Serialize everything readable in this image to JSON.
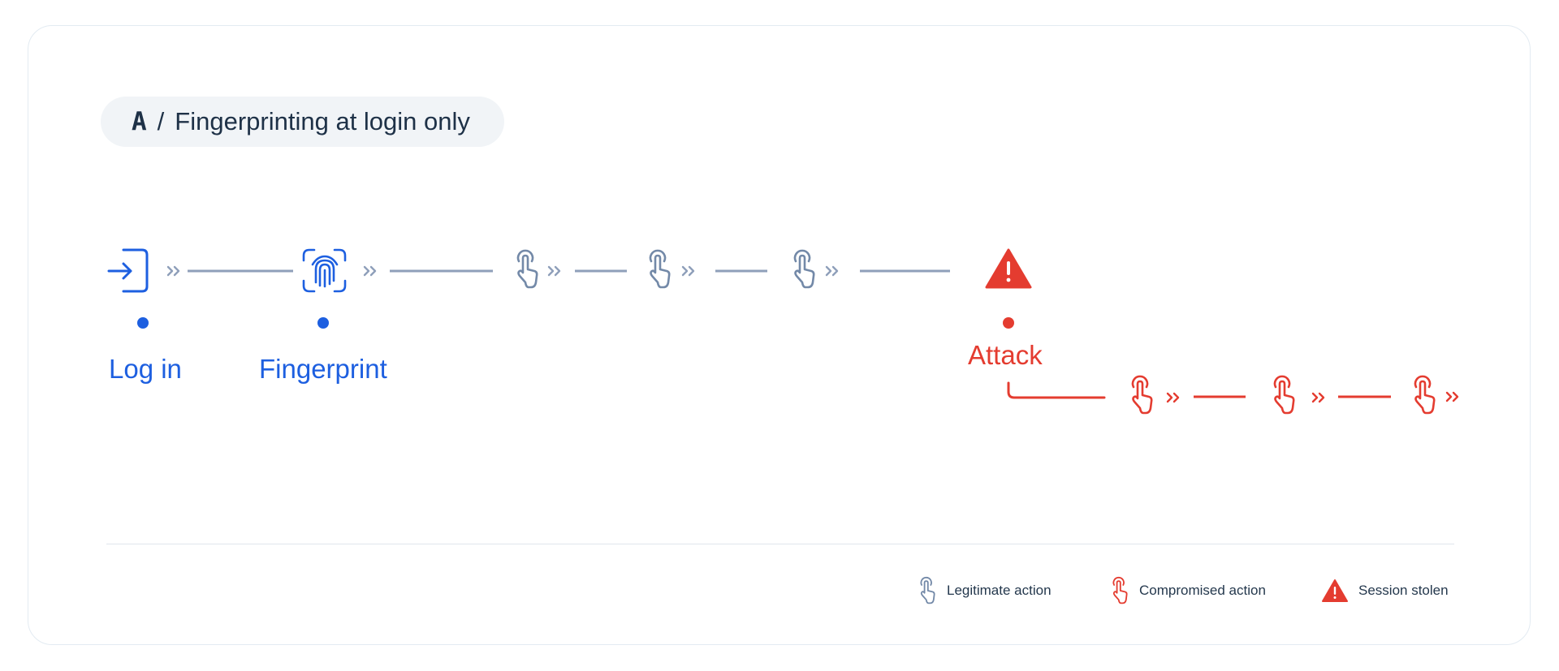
{
  "header": {
    "prefix": "A",
    "separator": "/",
    "title": "Fingerprinting at login only"
  },
  "timeline": {
    "login_label": "Log in",
    "fingerprint_label": "Fingerprint",
    "attack_label": "Attack"
  },
  "legend": {
    "legitimate": "Legitimate action",
    "compromised": "Compromised action",
    "stolen": "Session stolen"
  },
  "colors": {
    "blue": "#1d5fe0",
    "gray": "#8f9fba",
    "red": "#e43c30",
    "text": "#1e3147"
  },
  "icons": [
    "login-icon",
    "fingerprint-icon",
    "tap-hand-icon",
    "warning-icon",
    "chevron-double-right-icon"
  ]
}
